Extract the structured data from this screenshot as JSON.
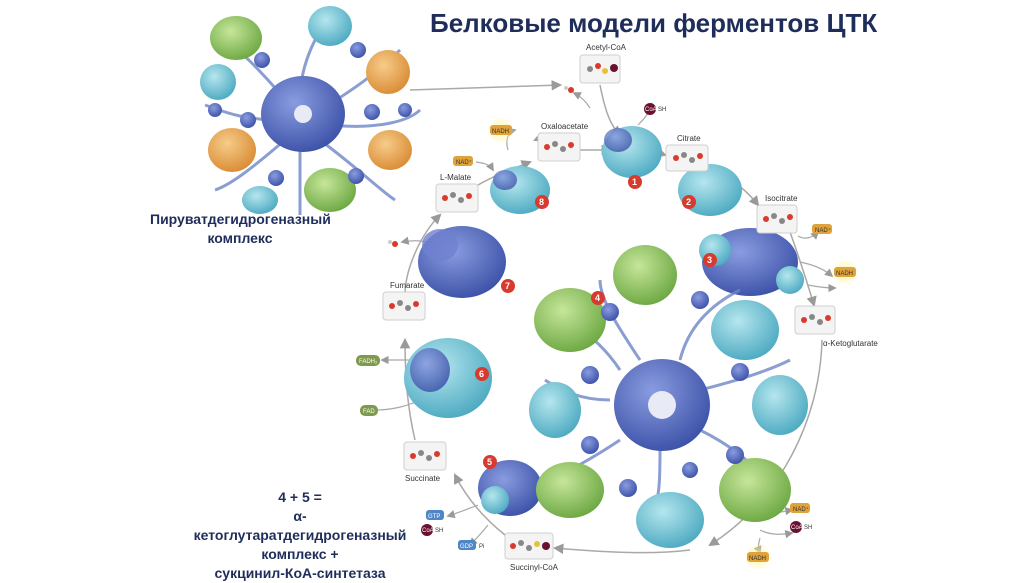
{
  "title": "Белковые модели ферментов ЦТК",
  "pdh_caption": [
    "Пируватдегидрогеназный",
    "комплекс"
  ],
  "akg_caption": [
    "4 + 5 =",
    "α-кетоглутаратдегидрогеназный",
    "комплекс +",
    "сукцинил-КоА-синтетаза"
  ],
  "metabolites": {
    "acetyl_coa": "Acetyl-CoA",
    "oxaloacetate": "Oxaloacetate",
    "citrate": "Citrate",
    "isocitrate": "Isocitrate",
    "ketoglutarate": "α-Ketoglutarate",
    "succinyl_coa": "Succinyl-CoA",
    "succinate": "Succinate",
    "fumarate": "Fumarate",
    "malate": "L-Malate"
  },
  "cofactors": {
    "nadh": "NADH",
    "nad": "NAD⁺",
    "coa_sh": "SH",
    "coa": "CoA",
    "fadh2": "FADH₂",
    "fad": "FAD",
    "gtp": "GTP",
    "gdp": "GDP",
    "pi": "Pi"
  },
  "steps": [
    "1",
    "2",
    "3",
    "4",
    "5",
    "6",
    "7",
    "8"
  ],
  "colors": {
    "title": "#1f2d5a",
    "protein_blue": "#4a62b8",
    "protein_cyan": "#6cc6d6",
    "protein_green": "#8cc45a",
    "protein_orange": "#e6a04a",
    "step_badge": "#d83a2e",
    "arrow": "#a9a9a9",
    "nad_badge": "#e0a23a",
    "fad_badge": "#7e9a4c",
    "gtp_badge": "#4f86c6",
    "coa_badge": "#6a1030"
  }
}
